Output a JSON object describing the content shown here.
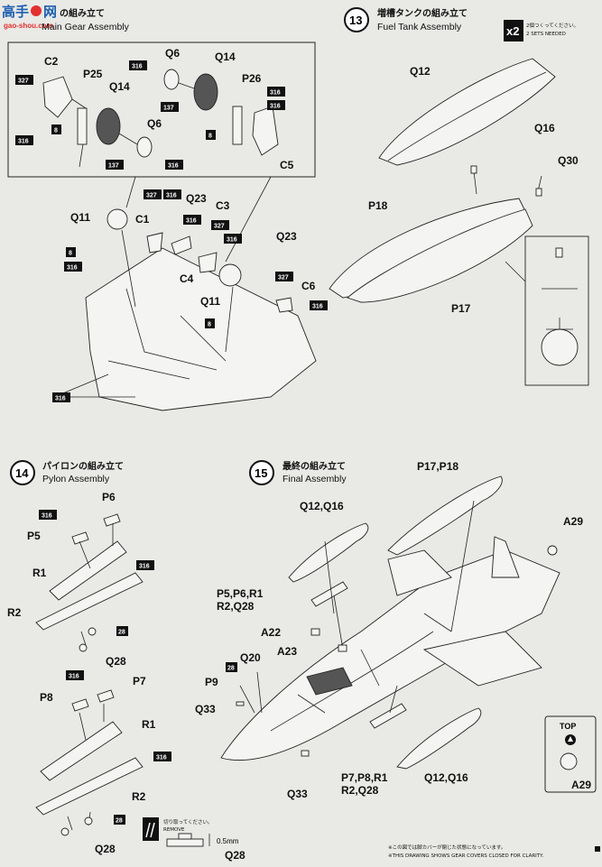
{
  "watermark": {
    "line1": "高手",
    "line2": "网",
    "url": "gao-shou.com"
  },
  "step12": {
    "title_jp": "の組み立て",
    "title_en": "Main Gear Assembly"
  },
  "step13": {
    "number": "13",
    "title_jp": "増槽タンクの組み立て",
    "title_en": "Fuel Tank Assembly",
    "qty_badge": "x2",
    "qty_jp": "2個つくってください。",
    "qty_en": "2 SETS NEEDED"
  },
  "step14": {
    "number": "14",
    "title_jp": "パイロンの組み立て",
    "title_en": "Pylon Assembly"
  },
  "step15": {
    "number": "15",
    "title_jp": "最終の組み立て",
    "title_en": "Final Assembly"
  },
  "paint_codes": {
    "c327": "327",
    "c316": "316",
    "c137": "137",
    "c8": "8",
    "c28": "28"
  },
  "parts": {
    "C2": "C2",
    "P25": "P25",
    "Q14": "Q14",
    "Q6": "Q6",
    "P26": "P26",
    "C5": "C5",
    "Q11": "Q11",
    "C1": "C1",
    "Q23": "Q23",
    "C3": "C3",
    "C4": "C4",
    "C6": "C6",
    "Q12": "Q12",
    "Q16": "Q16",
    "Q30": "Q30",
    "P18": "P18",
    "P17": "P17",
    "P6": "P6",
    "P5": "P5",
    "R1": "R1",
    "R2": "R2",
    "Q28": "Q28",
    "P8": "P8",
    "P7": "P7",
    "P17P18": "P17,P18",
    "Q12Q16": "Q12,Q16",
    "A29": "A29",
    "P5P6R1": "P5,P6,R1",
    "R2Q28": "R2,Q28",
    "A22": "A22",
    "A23": "A23",
    "Q20": "Q20",
    "P9": "P9",
    "Q33": "Q33",
    "P7P8R1": "P7,P8,R1"
  },
  "top_box": {
    "label": "TOP",
    "part": "A29"
  },
  "cut_note": {
    "jp": "切り取ってください。",
    "en": "REMOVE",
    "dim": "0.5mm",
    "part": "Q28"
  },
  "footnote": {
    "jp": "※この図では脚カバーが閉じた状態になっています。",
    "en": "※THIS DRAWING SHOWS GEAR COVERS CLOSED FOR CLARITY."
  }
}
